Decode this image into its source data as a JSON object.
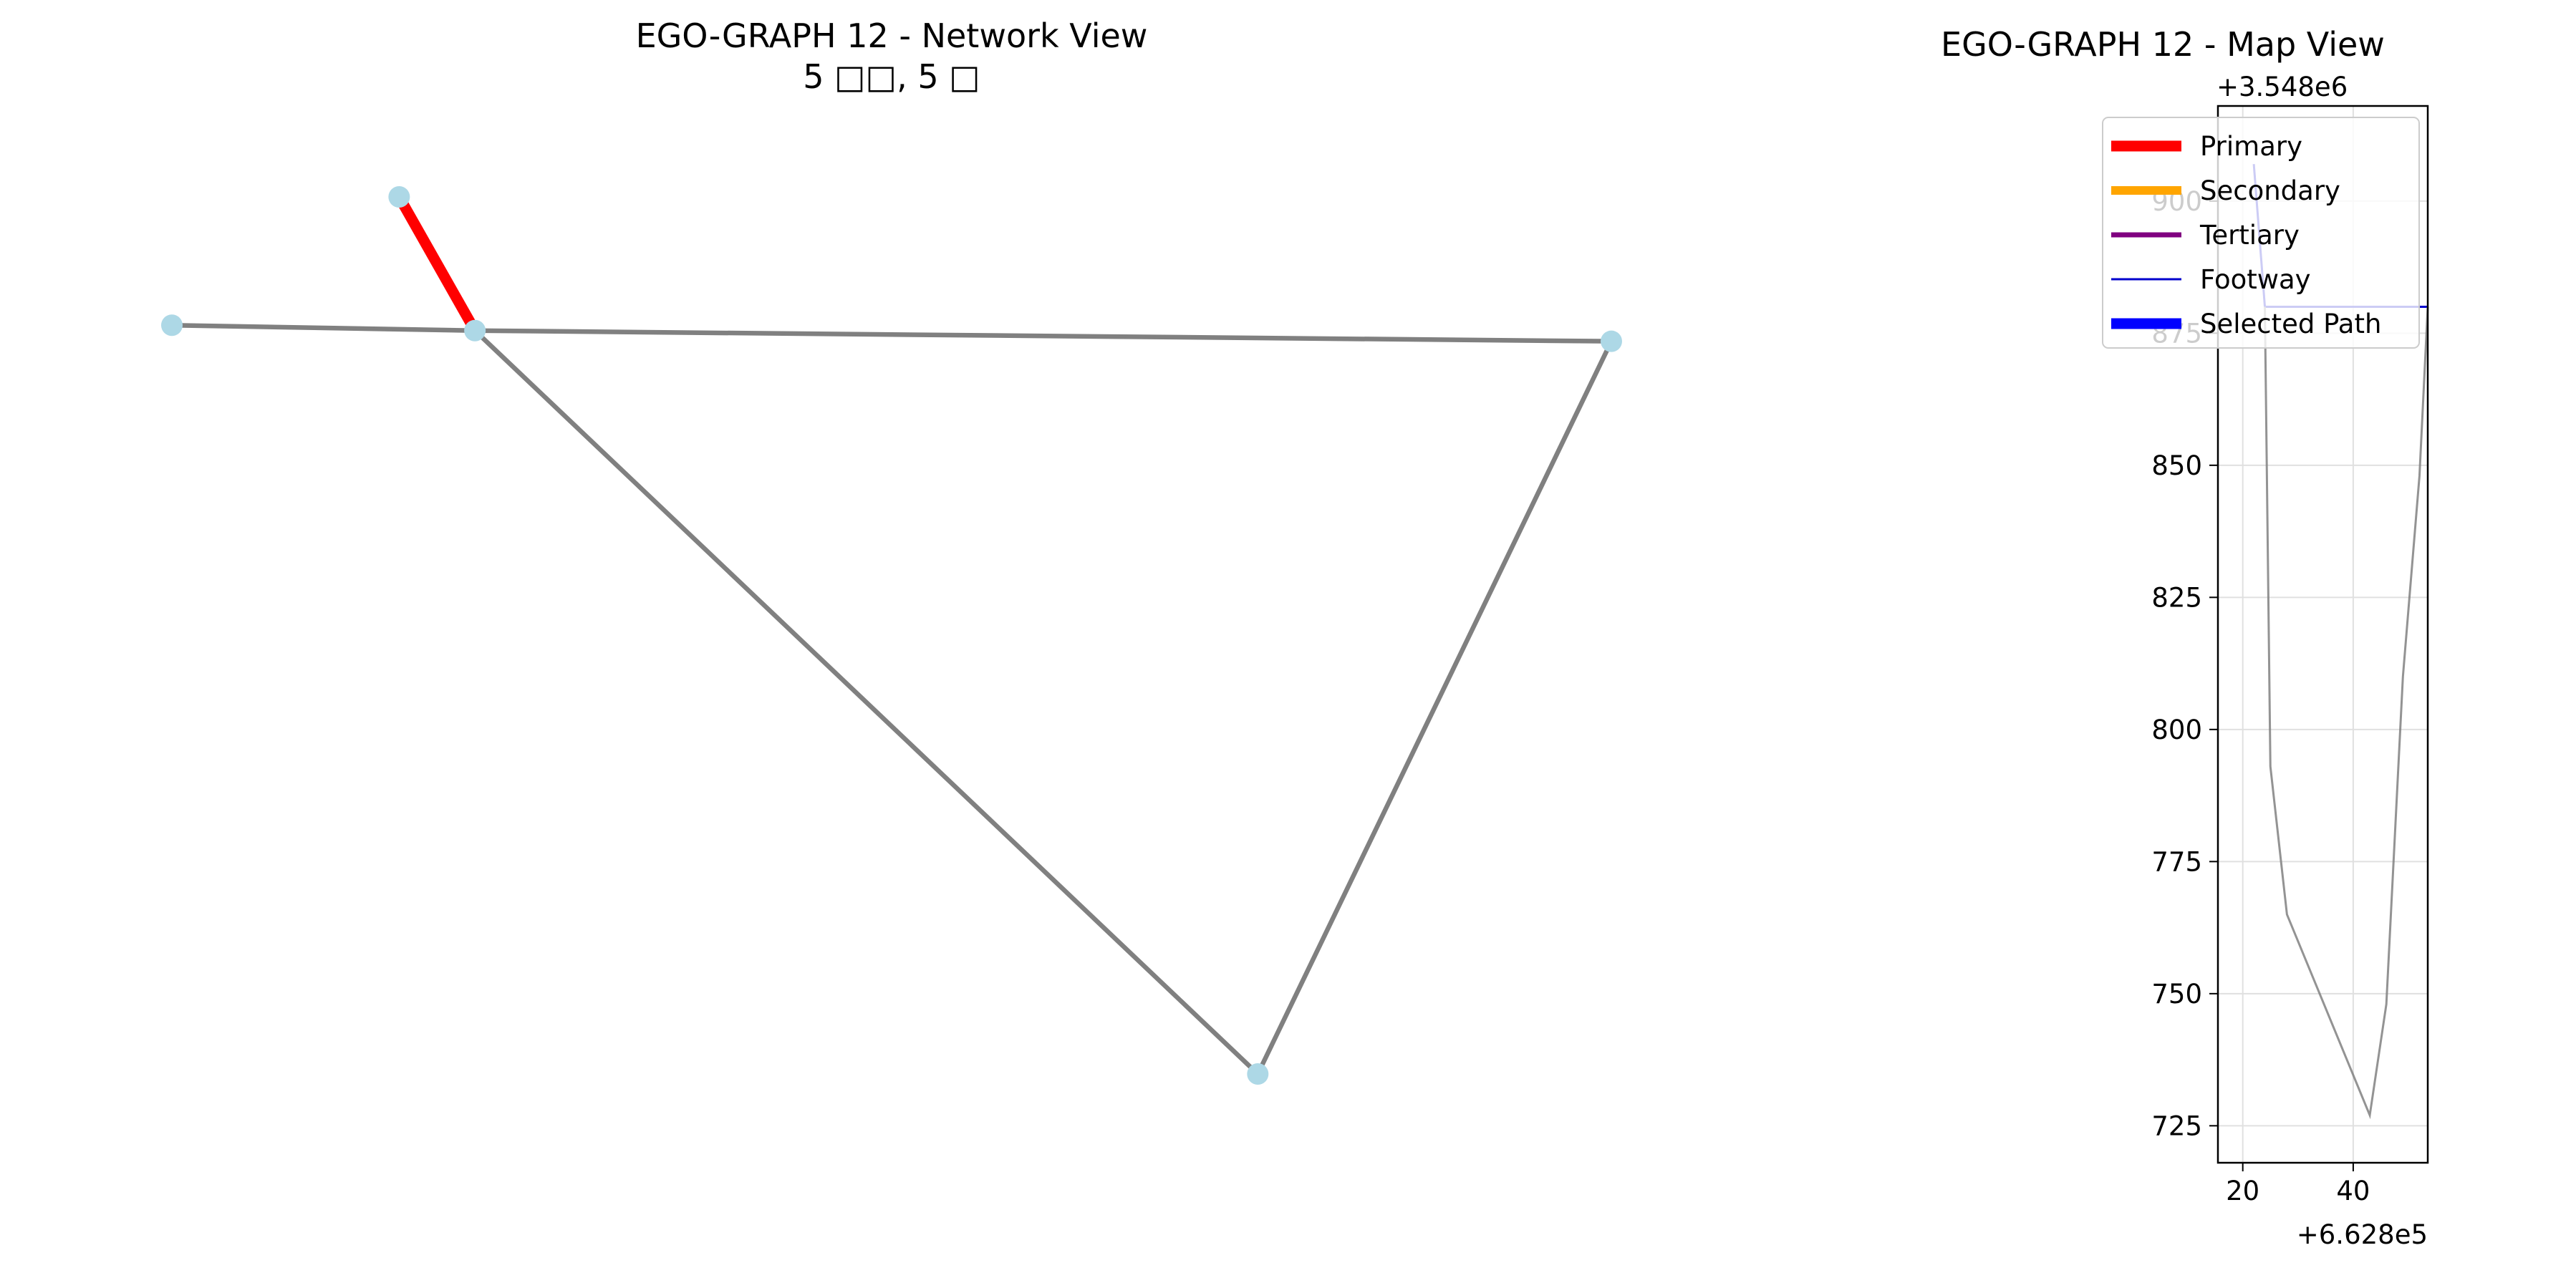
{
  "chart_data": [
    {
      "type": "network",
      "title": "EGO-GRAPH 12 - Network View",
      "subtitle": "5 □□, 5 □",
      "nodes": [
        {
          "id": "n1",
          "x": 0.09,
          "y": 0.9
        },
        {
          "id": "n2",
          "x": 0.0,
          "y": 0.78
        },
        {
          "id": "n3",
          "x": 0.12,
          "y": 0.775
        },
        {
          "id": "n4",
          "x": 0.57,
          "y": 0.765
        },
        {
          "id": "n5",
          "x": 0.43,
          "y": 0.08
        }
      ],
      "edges": [
        {
          "from": "n1",
          "to": "n3",
          "type": "Primary"
        },
        {
          "from": "n2",
          "to": "n3",
          "type": "other"
        },
        {
          "from": "n3",
          "to": "n4",
          "type": "other"
        },
        {
          "from": "n3",
          "to": "n5",
          "type": "other"
        },
        {
          "from": "n4",
          "to": "n5",
          "type": "other"
        }
      ],
      "node_color": "#add8e6",
      "edge_color": "#808080",
      "primary_color": "#ff0000"
    },
    {
      "type": "line",
      "title": "EGO-GRAPH 12 - Map View",
      "x_offset_label": "+6.628e5",
      "y_offset_label": "+3.548e6",
      "xlim": [
        15.5,
        53.5
      ],
      "ylim": [
        718,
        918
      ],
      "xticks": [
        20,
        40
      ],
      "yticks": [
        725,
        750,
        775,
        800,
        825,
        850,
        875,
        900
      ],
      "grid": true,
      "legend_position": "upper-right",
      "legend": [
        {
          "label": "Primary",
          "color": "#ff0000"
        },
        {
          "label": "Secondary",
          "color": "#ffa500"
        },
        {
          "label": "Tertiary",
          "color": "#800080"
        },
        {
          "label": "Footway",
          "color": "#0000cd"
        },
        {
          "label": "Selected Path",
          "color": "#0000ff"
        }
      ],
      "series": [
        {
          "type": "Footway",
          "color": "#0000cd",
          "points": [
            [
              22,
              907
            ],
            [
              24,
              880
            ]
          ]
        },
        {
          "type": "Footway",
          "color": "#0000cd",
          "points": [
            [
              24,
              880
            ],
            [
              53.5,
              880
            ]
          ]
        },
        {
          "type": "other",
          "color": "#808080",
          "points": [
            [
              24,
              880
            ],
            [
              25,
              793
            ],
            [
              28,
              765
            ],
            [
              43,
              727
            ],
            [
              46,
              748
            ],
            [
              49,
              810
            ],
            [
              52,
              848
            ],
            [
              53.5,
              880
            ]
          ]
        }
      ]
    }
  ]
}
